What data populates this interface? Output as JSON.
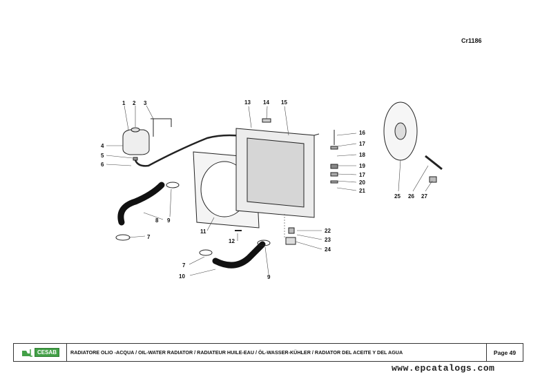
{
  "doc": {
    "code": "Cr1186",
    "title": "RADIATORE OLIO -ACQUA / OIL-WATER RADIATOR / RADIATEUR HUILE-EAU / ÖL-WASSER-KÜHLER / RADIATOR DEL ACEITE Y DEL AGUA",
    "page": "Page 49",
    "logo_text": "CESAB",
    "watermark": "www.epcatalogs.com"
  },
  "callouts": [
    "1",
    "2",
    "3",
    "4",
    "5",
    "6",
    "7",
    "8",
    "9",
    "11",
    "12",
    "7",
    "10",
    "9",
    "13",
    "14",
    "15",
    "16",
    "17",
    "18",
    "19",
    "17",
    "20",
    "21",
    "22",
    "23",
    "24",
    "25",
    "26",
    "27"
  ],
  "colors": {
    "logo_green": "#43a047"
  }
}
